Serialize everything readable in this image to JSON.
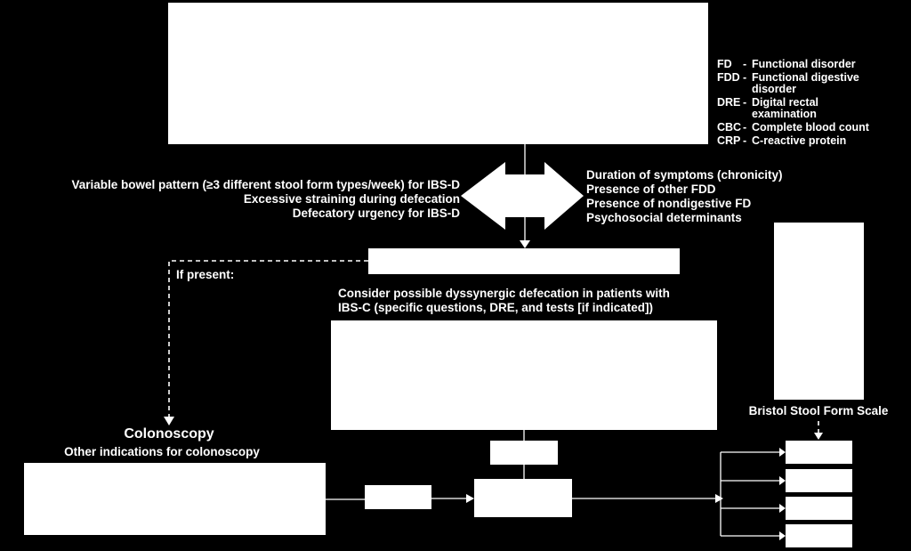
{
  "abbreviations": [
    {
      "abbr": "FD",
      "sep": "-",
      "lines": [
        "Functional disorder"
      ]
    },
    {
      "abbr": "FDD",
      "sep": "-",
      "lines": [
        "Functional digestive",
        "disorder"
      ]
    },
    {
      "abbr": "DRE",
      "sep": "-",
      "lines": [
        "Digital rectal",
        "examination"
      ]
    },
    {
      "abbr": "CBC",
      "sep": "-",
      "lines": [
        "Complete blood count"
      ]
    },
    {
      "abbr": "CRP",
      "sep": "-",
      "lines": [
        "C-reactive protein"
      ]
    }
  ],
  "left_factors": [
    "Variable bowel pattern (≥3 different stool form types/week) for IBS-D",
    "Excessive straining during defecation",
    "Defecatory urgency for IBS-D"
  ],
  "right_factors": [
    "Duration of symptoms (chronicity)",
    "Presence of other FDD",
    "Presence of nondigestive FD",
    "Psychosocial determinants"
  ],
  "if_present": "If present:",
  "dyssynergic": [
    "Consider possible dyssynergic defecation in patients with",
    "IBS-C (specific questions, DRE, and tests [if indicated])"
  ],
  "colonoscopy": "Colonoscopy",
  "other_indications": "Other indications for colonoscopy",
  "bristol": "Bristol Stool Form Scale",
  "colors": {
    "background": "#000000",
    "foreground": "#ffffff"
  }
}
